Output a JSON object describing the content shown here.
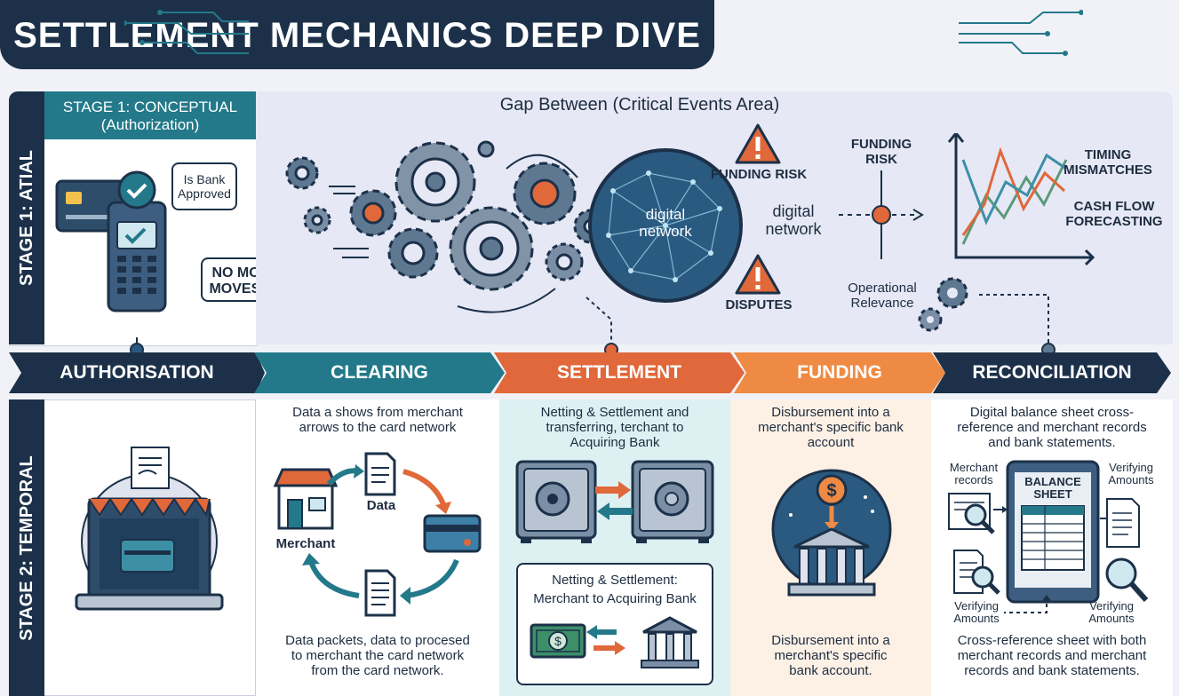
{
  "title": "SETTLEMENT MECHANICS DEEP DIVE",
  "stage1": {
    "side_label": "STAGE 1: ATIAL",
    "header_line1": "STAGE 1: CONCEPTUAL",
    "header_line2": "(Authorization)",
    "bubble_line1": "Is Bank",
    "bubble_line2": "Approved",
    "no_money_line1": "NO MONEY",
    "no_money_line2": "MOVES YET"
  },
  "gap": {
    "title": "Gap Between (Critical Events Area)",
    "globe_line1": "digital",
    "globe_line2": "network",
    "funding_risk": "FUNDING RISK",
    "digital_line1": "digital",
    "digital_line2": "network",
    "disputes": "DISPUTES",
    "funding_risk2_line1": "FUNDING",
    "funding_risk2_line2": "RISK",
    "operational_line1": "Operational",
    "operational_line2": "Relevance",
    "timing_line1": "TIMING",
    "timing_line2": "MISMATCHES",
    "cashflow_line1": "CASH FLOW",
    "cashflow_line2": "FORECASTING"
  },
  "flow": {
    "authorisation": "AUTHORISATION",
    "clearing": "CLEARING",
    "settlement": "SETTLEMENT",
    "funding": "FUNDING",
    "reconciliation": "RECONCILIATION"
  },
  "stage2": {
    "side_label": "STAGE 2: TEMPORAL"
  },
  "clearing": {
    "top_line1": "Data a shows from merchant",
    "top_line2": "arrows to the card network",
    "data_label": "Data",
    "merchant_label": "Merchant",
    "bottom_line1": "Data packets, data to procesed",
    "bottom_line2": "to merchant the card network",
    "bottom_line3": "from the card network."
  },
  "settlement": {
    "top_line1": "Netting & Settlement and",
    "top_line2": "transferring, terchant to",
    "top_line3": "Acquiring Bank",
    "box_line1": "Netting & Settlement:",
    "box_line2": "Merchant to Acquiring Bank"
  },
  "funding": {
    "top_line1": "Disbursement into a",
    "top_line2": "merchant's specific bank",
    "top_line3": "account",
    "bottom_line1": "Disbursement into a",
    "bottom_line2": "merchant's specific",
    "bottom_line3": "bank account."
  },
  "reconciliation": {
    "top_line1": "Digital balance sheet cross-",
    "top_line2": "reference and merchant records",
    "top_line3": "and bank statements.",
    "merchant_records_line1": "Merchant",
    "merchant_records_line2": "records",
    "verifying1_line1": "Verifying",
    "verifying1_line2": "Amounts",
    "balance_line1": "BALANCE",
    "balance_line2": "SHEET",
    "verifying2_line1": "Verifying",
    "verifying2_line2": "Amounts",
    "verifying3_line1": "Verifying",
    "verifying3_line2": "Amounts",
    "bottom_line1": "Cross-reference sheet with both",
    "bottom_line2": "merchant records and merchant",
    "bottom_line3": "records and bank statements."
  },
  "colors": {
    "navy": "#1c3149",
    "teal": "#23798a",
    "orange": "#e0683a",
    "light_orange": "#ee8a43"
  }
}
